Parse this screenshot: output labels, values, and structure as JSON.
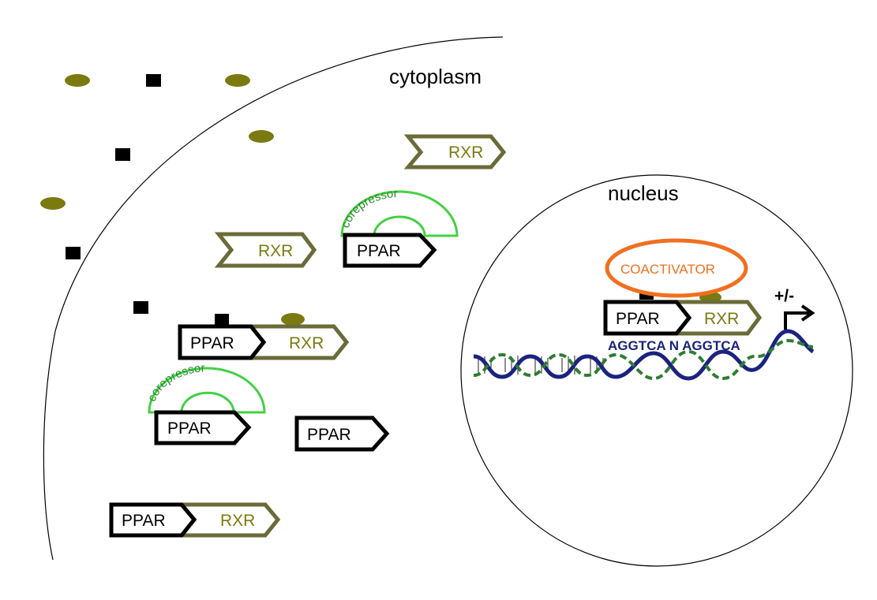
{
  "labels": {
    "cytoplasm": "cytoplasm",
    "nucleus": "nucleus",
    "ppar": "PPAR",
    "rxr": "RXR",
    "corepressor": "corepressor",
    "coactivator": "COACTIVATOR",
    "response": "+/-",
    "sequence": "AGGTCA N AGGTCA"
  },
  "colors": {
    "ppar": "#000000",
    "rxr_outline": "#6b6b3a",
    "rxr_text": "#7a7a10",
    "ligand_ellipse": "#7a7a10",
    "ligand_square": "#000000",
    "corepressor": "#44d044",
    "corepressor_text": "#2a8a2a",
    "coactivator": "#f07020",
    "dna_blue": "#1a237e",
    "dna_green": "#2e7d32"
  }
}
